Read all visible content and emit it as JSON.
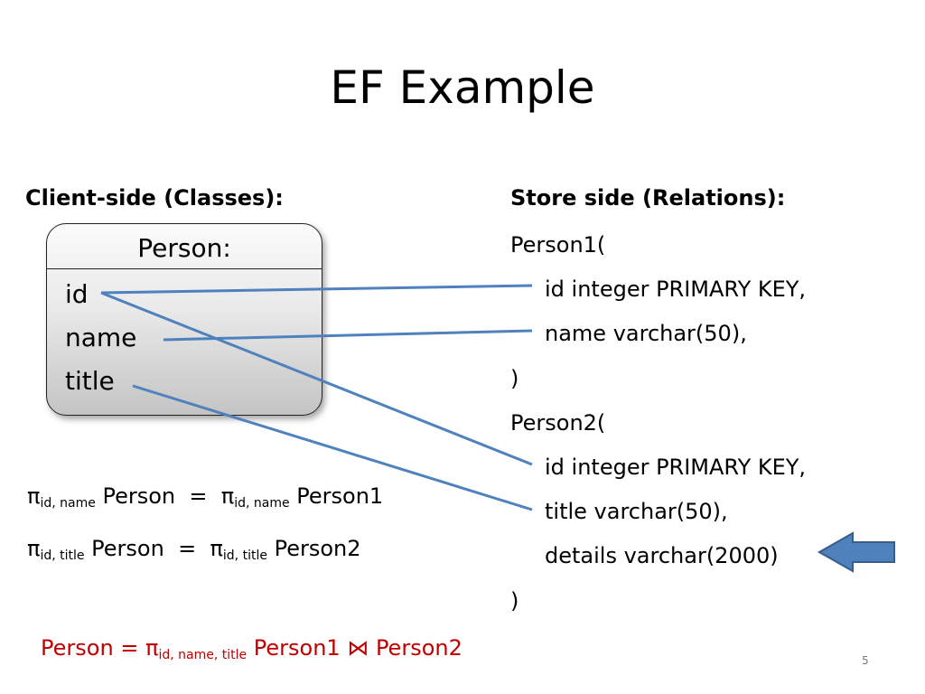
{
  "slide": {
    "title": "EF Example",
    "page_number": "5"
  },
  "client": {
    "heading": "Client-side (Classes):",
    "class_name": "Person:",
    "fields": [
      "id",
      "name",
      "title"
    ]
  },
  "store": {
    "heading": "Store side (Relations):",
    "lines": [
      "Person1(",
      "id integer PRIMARY KEY,",
      "name varchar(50),",
      ")",
      "Person2(",
      "id integer PRIMARY KEY,",
      "title varchar(50),",
      "details varchar(2000)",
      ")"
    ]
  },
  "formulas": {
    "f1": {
      "pi": "π",
      "sub": "id, name",
      "left": "Person",
      "eq": "=",
      "sub2": "id, name",
      "right": "Person1"
    },
    "f2": {
      "pi": "π",
      "sub": "id, title",
      "left": "Person",
      "eq": "=",
      "sub2": "id, title",
      "right": "Person2"
    },
    "f3": {
      "lhs": "Person = π",
      "sub": "id, name, title",
      "rhs": "Person1 ⋈ Person2"
    }
  },
  "colors": {
    "connector": "#4f81bd",
    "arrow_fill": "#4f81bd",
    "arrow_stroke": "#385d8a",
    "formula_red": "#c00000"
  }
}
